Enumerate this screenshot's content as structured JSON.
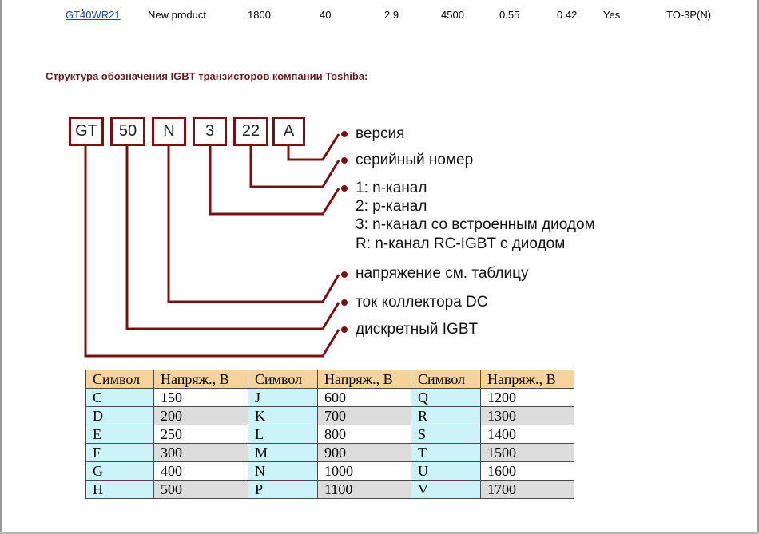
{
  "product_row": {
    "part": "GT40WR21",
    "description": "New product",
    "c1": "1800",
    "c2": "40",
    "c3": "2.9",
    "c4": "4500",
    "c5": "0.55",
    "c6": "0.42",
    "c7": "Yes",
    "package": "TO-3P(N)"
  },
  "heading": "Структура обозначения IGBT транзисторов компании Toshiba:",
  "code_boxes": [
    "GT",
    "50",
    "N",
    "3",
    "22",
    "A"
  ],
  "labels": {
    "version": "версия",
    "serial": "серийный номер",
    "ch1": "1: n-канал",
    "ch2": "2: p-канал",
    "ch3": "3: n-канал со встроенным диодом",
    "chR": "R: n-канал RC-IGBT с диодом",
    "voltage": "напряжение см. таблицу",
    "current": "ток коллектора DC",
    "discrete": "дискретный IGBT"
  },
  "table": {
    "headers": [
      "Символ",
      "Напряж., В",
      "Символ",
      "Напряж., В",
      "Символ",
      "Напряж., В"
    ],
    "rows": [
      [
        "C",
        "150",
        "J",
        "600",
        "Q",
        "1200"
      ],
      [
        "D",
        "200",
        "K",
        "700",
        "R",
        "1300"
      ],
      [
        "E",
        "250",
        "L",
        "800",
        "S",
        "1400"
      ],
      [
        "F",
        "300",
        "M",
        "900",
        "T",
        "1500"
      ],
      [
        "G",
        "400",
        "N",
        "1000",
        "U",
        "1600"
      ],
      [
        "H",
        "500",
        "P",
        "1100",
        "V",
        "1700"
      ]
    ]
  },
  "colors": {
    "box_border": "#7a1010",
    "heading": "#6a1a1a",
    "link": "#1a4a9e",
    "table_header": "#f6d39a",
    "symbol_cell": "#ccf3f7",
    "alt_row": "#dcdcdc"
  }
}
